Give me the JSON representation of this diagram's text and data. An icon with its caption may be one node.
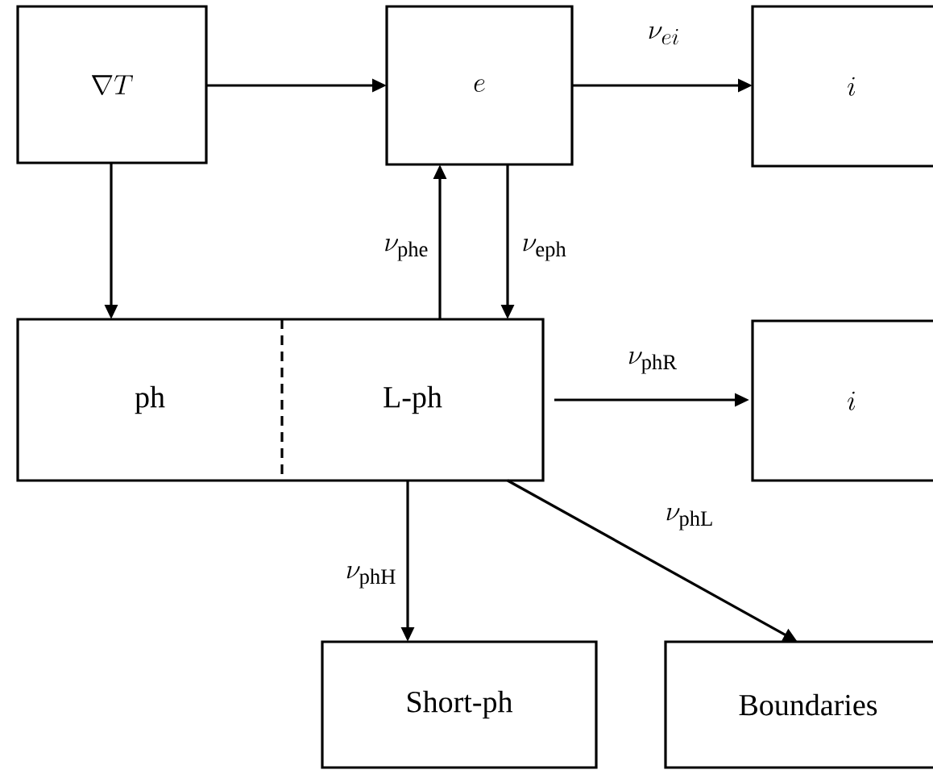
{
  "diagram": {
    "nodes": [
      {
        "text": [
          "\\nabla T"
        ]
      },
      {
        "text": [
          "e"
        ]
      },
      {
        "text": [
          "i"
        ]
      },
      {
        "text": [
          "ph"
        ]
      },
      {
        "text": [
          "L-ph"
        ]
      },
      {
        "text": [
          "i"
        ]
      },
      {
        "text": [
          "Short-ph"
        ]
      },
      {
        "text": [
          "Boundaries"
        ]
      }
    ],
    "edges": [
      {
        "from": 0,
        "to": 1,
        "arrow": "to"
      },
      {
        "from": 1,
        "to": 2,
        "arrow": "to",
        "label": "\\nu_{ei}"
      },
      {
        "from": 0,
        "to": 3,
        "arrow": "to"
      },
      {
        "from": 4,
        "to": 1,
        "arrow": "to",
        "label": "\\nu_{\\mathrm{phe}}"
      },
      {
        "from": 1,
        "to": 4,
        "arrow": "to",
        "label": "\\nu_{\\mathrm{eph}}"
      },
      {
        "from": 4,
        "to": 5,
        "arrow": "to",
        "label": "\\nu_{\\mathrm{phR}}"
      },
      {
        "from": 4,
        "to": 6,
        "arrow": "to",
        "label": "\\nu_{\\mathrm{phH}}"
      },
      {
        "from": 4,
        "to": 7,
        "arrow": "to",
        "label": "\\nu_{\\mathrm{phL}}"
      }
    ]
  }
}
